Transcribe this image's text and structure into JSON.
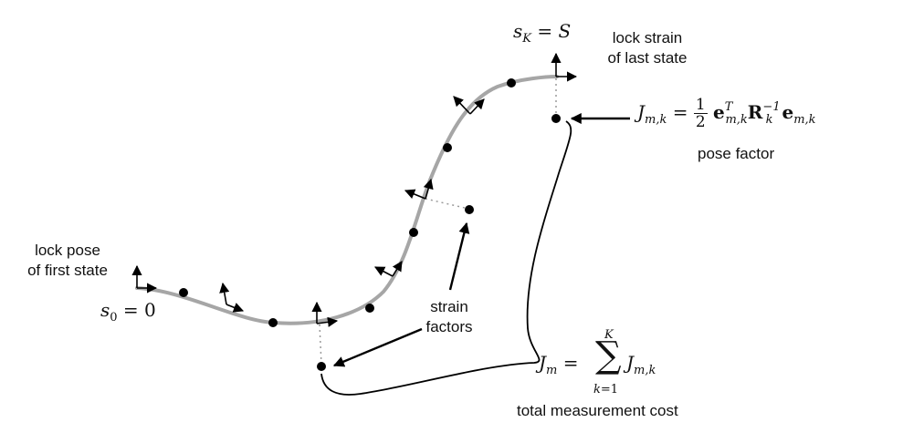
{
  "labels": {
    "lock_pose": [
      "lock pose",
      "of first state"
    ],
    "lock_strain": [
      "lock strain",
      "of last state"
    ],
    "s0": "s0 = 0",
    "sK": "sK = S",
    "pose_factor": "pose factor",
    "strain_factors": [
      "strain",
      "factors"
    ],
    "total_cost": "total measurement cost"
  },
  "equations": {
    "pose_factor_eq": "J_{m,k} = 1/2 e_{m,k}^T R_k^{-1} e_{m,k}",
    "total_cost_eq": "J_m = sum_{k=1}^{K} J_{m,k}"
  },
  "colors": {
    "curve": "#a6a6a6",
    "ink": "#000000",
    "dotted": "#9a9a9a"
  },
  "icons": [
    "frame-axes-icon",
    "arrow-icon"
  ]
}
